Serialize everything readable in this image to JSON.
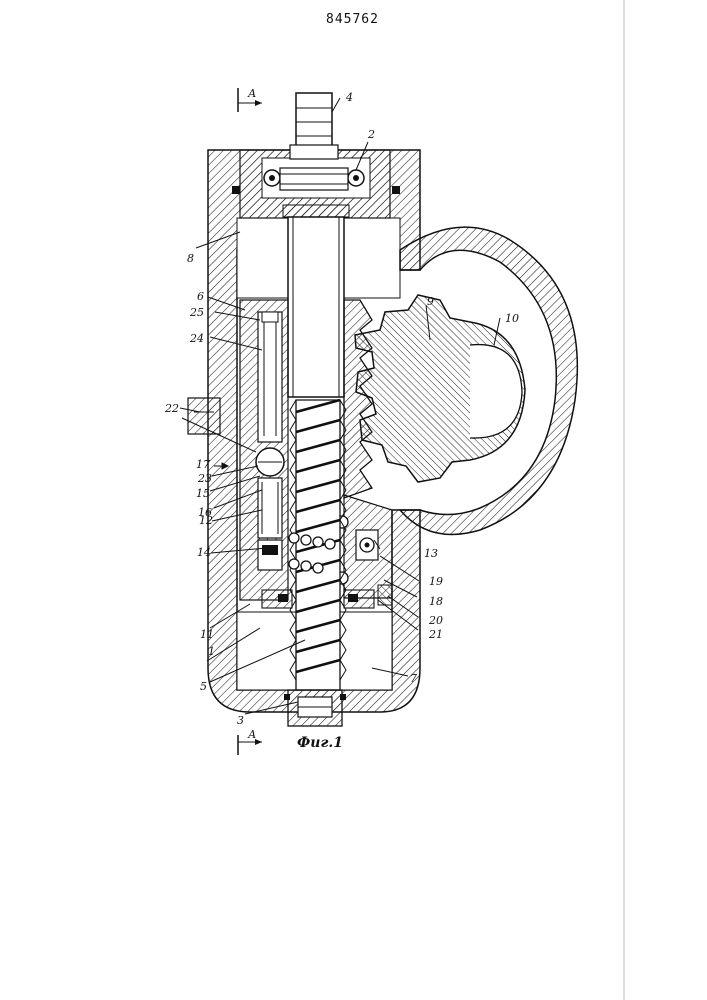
{
  "document": {
    "patent_number": "845762",
    "figure_caption": "Фиг.1"
  },
  "section_marks": {
    "top": "А",
    "bottom": "А"
  },
  "part_labels": [
    "1",
    "2",
    "3",
    "4",
    "5",
    "6",
    "7",
    "8",
    "9",
    "10",
    "11",
    "12",
    "13",
    "14",
    "15",
    "16",
    "17",
    "18",
    "19",
    "20",
    "21",
    "22",
    "23",
    "24",
    "25"
  ]
}
